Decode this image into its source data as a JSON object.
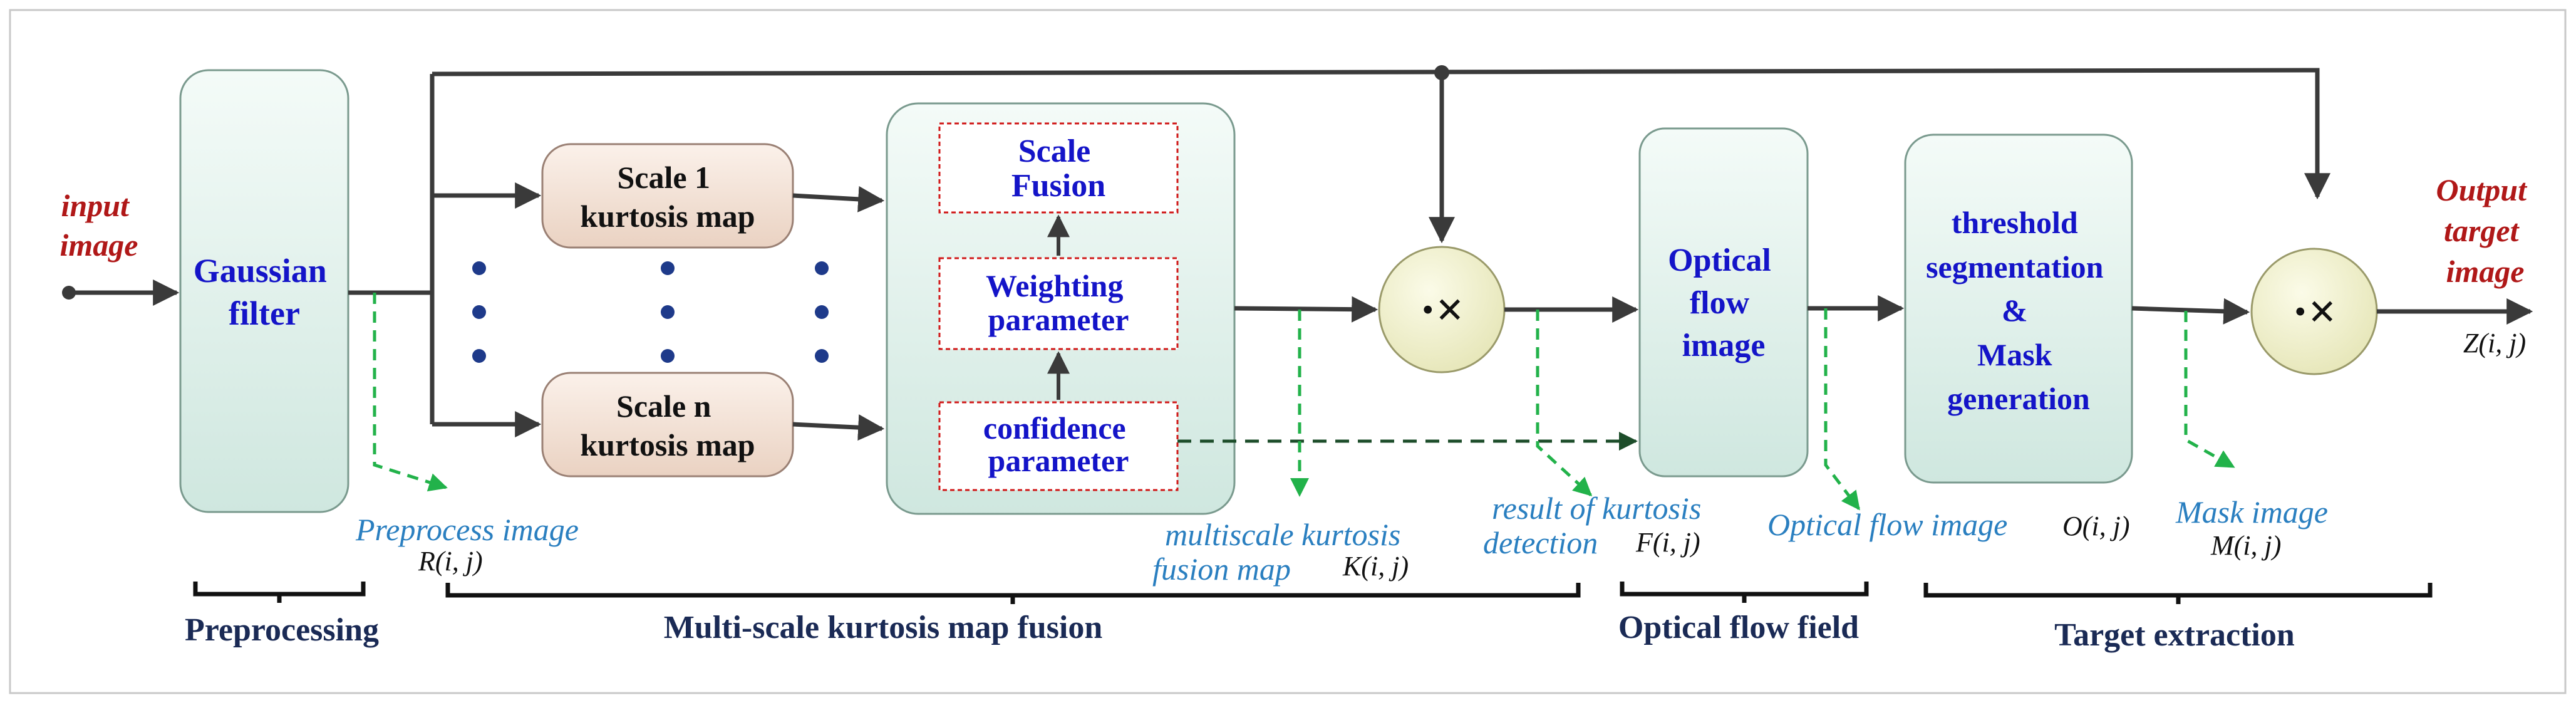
{
  "input_label": [
    "input",
    "image"
  ],
  "output_label": [
    "Output",
    "target",
    "image"
  ],
  "gaussian": [
    "Gaussian",
    "filter"
  ],
  "scale1": [
    "Scale 1",
    "kurtosis map"
  ],
  "scalen": [
    "Scale n",
    "kurtosis map"
  ],
  "scale_fusion": [
    "Scale",
    "Fusion"
  ],
  "weighting": [
    "Weighting",
    "parameter"
  ],
  "confidence": [
    "confidence",
    "parameter"
  ],
  "multiply_symbol": "·×",
  "optical_flow_image": [
    "Optical",
    "flow",
    "image"
  ],
  "threshold": [
    "threshold",
    "segmentation",
    "&",
    "Mask",
    "generation"
  ],
  "annotations": {
    "preprocess": {
      "text": "Preprocess image",
      "math": "R(i, j)"
    },
    "multiscale": {
      "text": [
        "multiscale kurtosis",
        "fusion map"
      ],
      "math": "K(i, j)"
    },
    "kurtosis_detection": {
      "text": [
        "result of kurtosis",
        "detection"
      ],
      "math": "F(i, j)"
    },
    "optical_flow": {
      "text": "Optical flow image",
      "math": "O(i, j)"
    },
    "mask": {
      "text": "Mask image",
      "math": "M(i, j)"
    },
    "output_math": "Z(i, j)"
  },
  "stages": [
    "Preprocessing",
    "Multi-scale kurtosis map fusion",
    "Optical flow field",
    "Target extraction"
  ]
}
